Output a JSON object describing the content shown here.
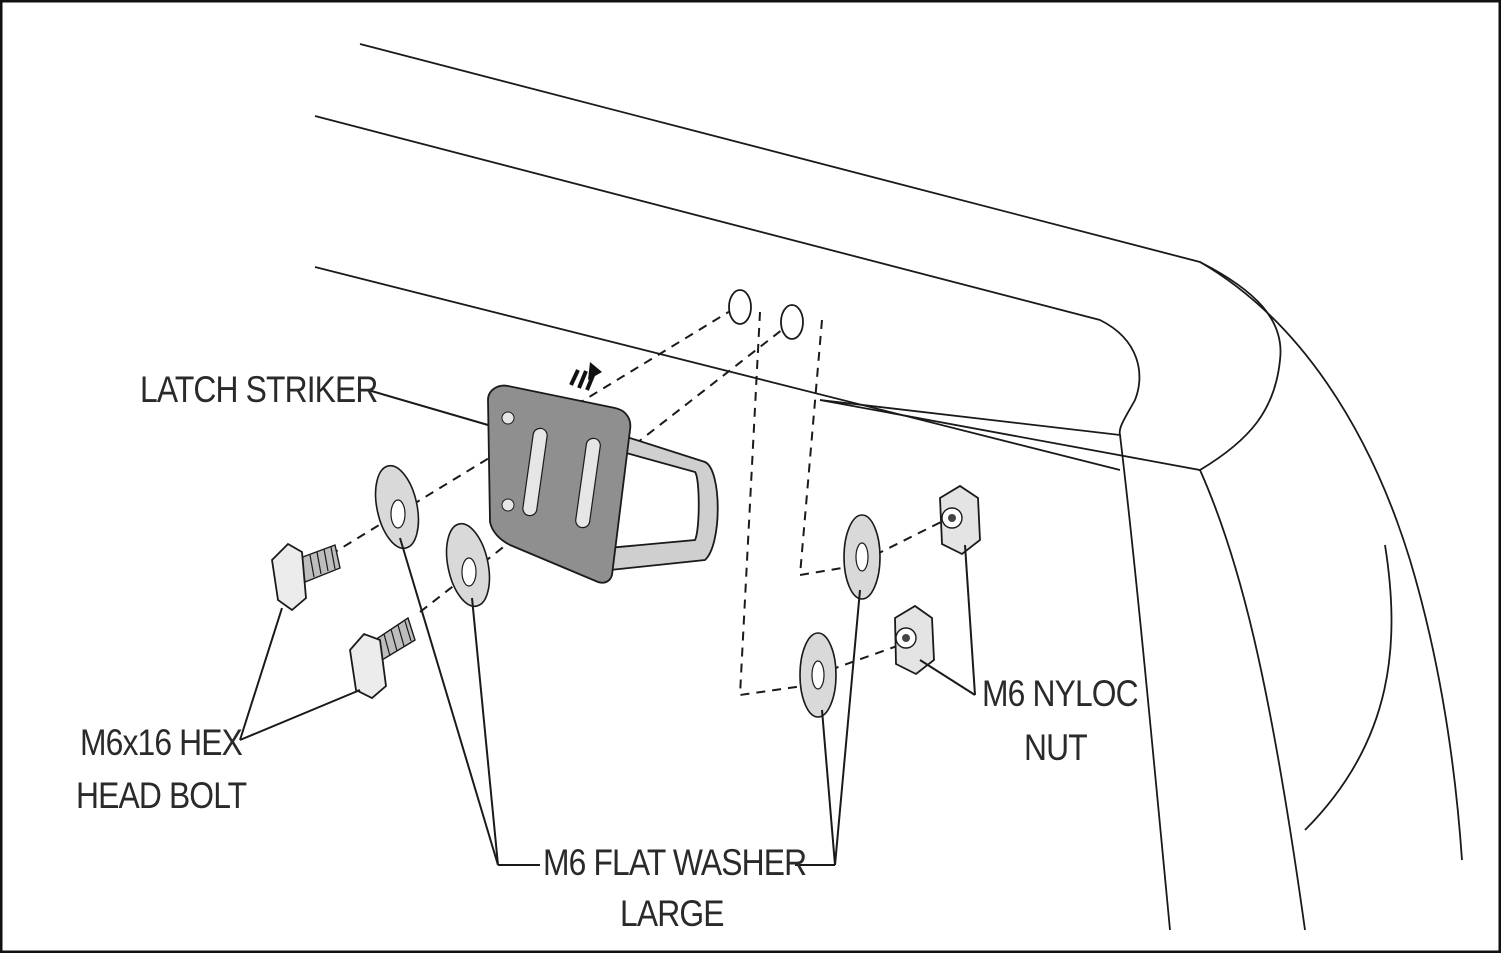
{
  "diagram": {
    "labels": {
      "latch_striker": "LATCH STRIKER",
      "hex_bolt_line1": "M6x16 HEX",
      "hex_bolt_line2": "HEAD BOLT",
      "washer_line1": "M6 FLAT WASHER",
      "washer_line2": "LARGE",
      "nut_line1": "M6 NYLOC",
      "nut_line2": "NUT"
    },
    "colors": {
      "line": "#1a1a1a",
      "part_fill": "#8f8f8f",
      "part_light": "#d4d4d4",
      "text": "#2a2a2a"
    }
  }
}
